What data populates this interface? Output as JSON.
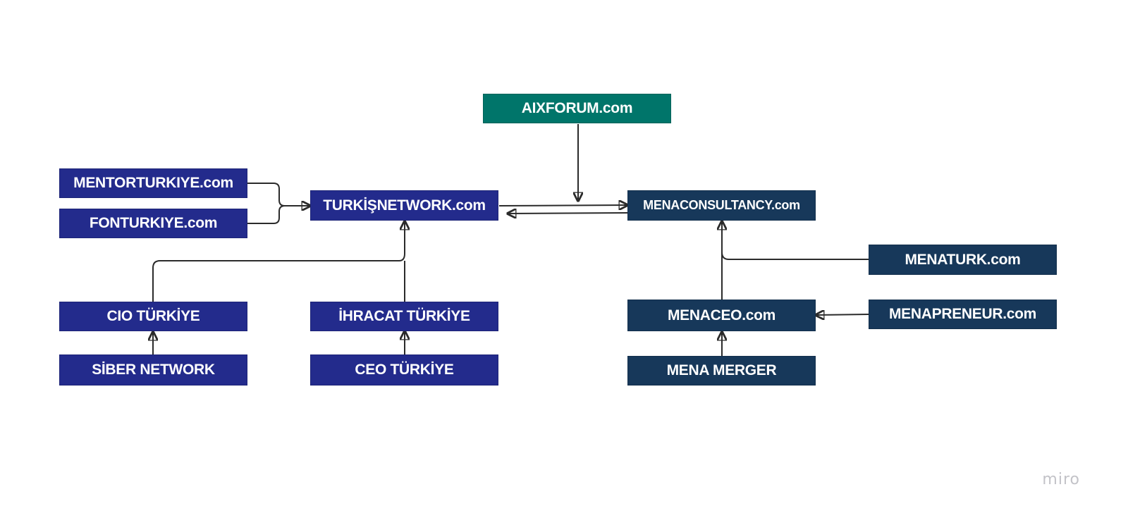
{
  "colors": {
    "teal": "#00756a",
    "indigo": "#232b8c",
    "navy": "#17385a",
    "connector": "#2b2b2b"
  },
  "nodes": {
    "aixforum": "AIXFORUM.com",
    "mentorturkiye": "MENTORTURKIYE.com",
    "fonturkiye": "FONTURKIYE.com",
    "turkisnetwork": "TURKİŞNETWORK.com",
    "menaconsultancy": "MENACONSULTANCY.com",
    "menaturk": "MENATURK.com",
    "cio_turkiye": "CIO TÜRKİYE",
    "ihracat_turkiye": "İHRACAT TÜRKİYE",
    "menaceo": "MENACEO.com",
    "menapreneur": "MENAPRENEUR.com",
    "siber_network": "SİBER NETWORK",
    "ceo_turkiye": "CEO TÜRKİYE",
    "mena_merger": "MENA MERGER"
  },
  "watermark": "miro"
}
